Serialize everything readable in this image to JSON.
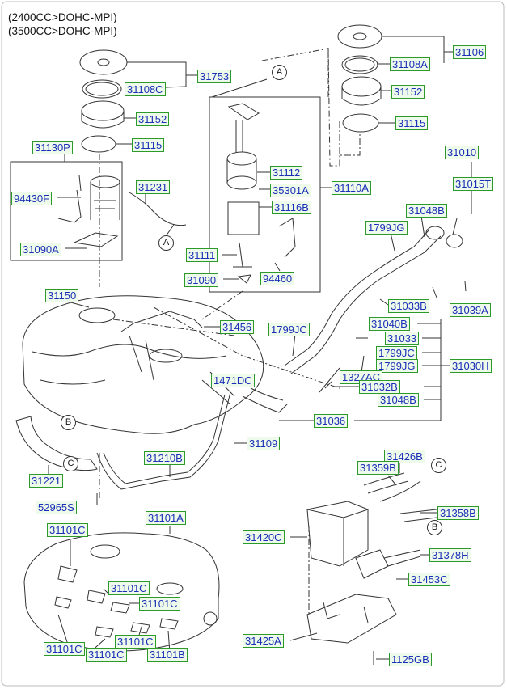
{
  "header": {
    "line1": "(2400CC>DOHC-MPI)",
    "line2": "(3500CC>DOHC-MPI)"
  },
  "callouts": {
    "a1": "A",
    "a2": "A",
    "b1": "B",
    "b2": "B",
    "c1": "C",
    "c2": "C"
  },
  "parts": {
    "p31106": "31106",
    "p31108A": "31108A",
    "p31152_r": "31152",
    "p31115_r": "31115",
    "p31753": "31753",
    "p31108C": "31108C",
    "p31152_l": "31152",
    "p31130P": "31130P",
    "p31115_l": "31115",
    "p31112": "31112",
    "p35301A": "35301A",
    "p31110A": "31110A",
    "p31116B": "31116B",
    "p31111": "31111",
    "p31090": "31090",
    "p94460": "94460",
    "p31231": "31231",
    "p94430F": "94430F",
    "p31090A": "31090A",
    "p31010": "31010",
    "p31015T": "31015T",
    "p31048B_t": "31048B",
    "p1799JG_t": "1799JG",
    "p31033B": "31033B",
    "p31039A": "31039A",
    "p31150": "31150",
    "p31456": "31456",
    "p1799JC_l": "1799JC",
    "p31040B": "31040B",
    "p31033": "31033",
    "p1799JC_r": "1799JC",
    "p1799JG_r": "1799JG",
    "p31030H": "31030H",
    "p1471DC": "1471DC",
    "p1327AC": "1327AC",
    "p31032B": "31032B",
    "p31048B_b": "31048B",
    "p31036": "31036",
    "p31109": "31109",
    "p31210B": "31210B",
    "p31221": "31221",
    "p52965S": "52965S",
    "p31101A": "31101A",
    "p31101C_1": "31101C",
    "p31101C_2": "31101C",
    "p31101C_3": "31101C",
    "p31101C_4": "31101C",
    "p31101C_5": "31101C",
    "p31101C_6": "31101C",
    "p31101B": "31101B",
    "p31426B": "31426B",
    "p31359B": "31359B",
    "p31358B": "31358B",
    "p31420C": "31420C",
    "p31378H": "31378H",
    "p31453C": "31453C",
    "p31425A": "31425A",
    "p1125GB": "1125GB"
  }
}
